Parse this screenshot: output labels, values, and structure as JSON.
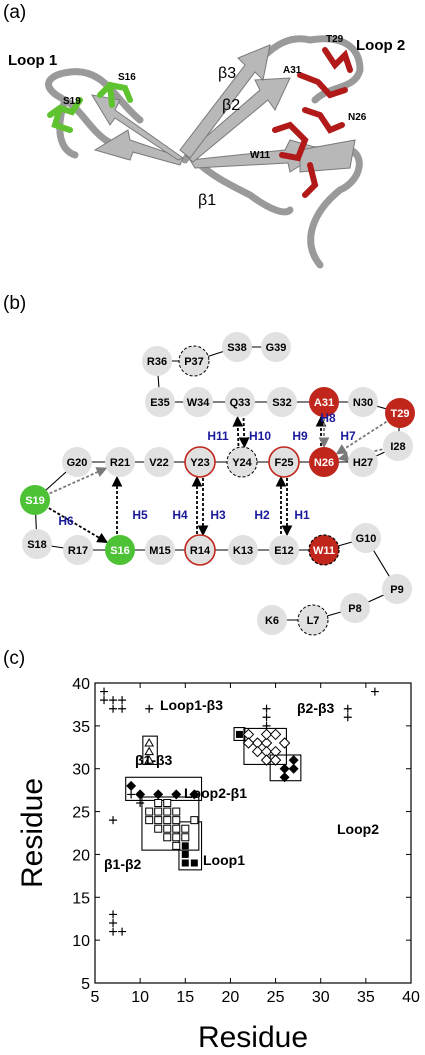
{
  "panels": {
    "a": "(a)",
    "b": "(b)",
    "c": "(c)"
  },
  "panel_a": {
    "labels": {
      "loop1": "Loop 1",
      "loop2": "Loop 2",
      "b1": "β1",
      "b2": "β2",
      "b3": "β3",
      "s16": "S16",
      "s19": "S19",
      "t29": "T29",
      "a31": "A31",
      "n26": "N26",
      "w11": "W11"
    },
    "colors": {
      "ribbon": "#a0a0a0",
      "loop1_residues": "#5fc22f",
      "loop2_residues": "#b21a1a"
    }
  },
  "panel_b": {
    "nodes": [
      {
        "id": "R36",
        "style": "plain"
      },
      {
        "id": "P37",
        "style": "dashed"
      },
      {
        "id": "S38",
        "style": "plain"
      },
      {
        "id": "G39",
        "style": "plain"
      },
      {
        "id": "E35",
        "style": "plain"
      },
      {
        "id": "W34",
        "style": "plain"
      },
      {
        "id": "Q33",
        "style": "plain"
      },
      {
        "id": "S32",
        "style": "plain"
      },
      {
        "id": "A31",
        "style": "red"
      },
      {
        "id": "N30",
        "style": "plain"
      },
      {
        "id": "T29",
        "style": "red"
      },
      {
        "id": "G20",
        "style": "plain"
      },
      {
        "id": "R21",
        "style": "plain"
      },
      {
        "id": "V22",
        "style": "plain"
      },
      {
        "id": "Y23",
        "style": "redring"
      },
      {
        "id": "Y24",
        "style": "dashed"
      },
      {
        "id": "F25",
        "style": "redring"
      },
      {
        "id": "N26",
        "style": "red"
      },
      {
        "id": "H27",
        "style": "plain"
      },
      {
        "id": "I28",
        "style": "plain"
      },
      {
        "id": "S19",
        "style": "green"
      },
      {
        "id": "S18",
        "style": "plain"
      },
      {
        "id": "R17",
        "style": "plain"
      },
      {
        "id": "S16",
        "style": "green"
      },
      {
        "id": "M15",
        "style": "plain"
      },
      {
        "id": "R14",
        "style": "redring"
      },
      {
        "id": "K13",
        "style": "plain"
      },
      {
        "id": "E12",
        "style": "plain"
      },
      {
        "id": "W11",
        "style": "reddashed"
      },
      {
        "id": "G10",
        "style": "plain"
      },
      {
        "id": "P9",
        "style": "plain"
      },
      {
        "id": "P8",
        "style": "plain"
      },
      {
        "id": "L7",
        "style": "dashed"
      },
      {
        "id": "K6",
        "style": "plain"
      }
    ],
    "hbonds": [
      "H1",
      "H2",
      "H3",
      "H4",
      "H5",
      "H6",
      "H7",
      "H8",
      "H9",
      "H10",
      "H11"
    ],
    "colors": {
      "node": "#e1e1e1",
      "green": "#4cc234",
      "red": "#c0261c",
      "hbond_label": "#1a1a9a"
    }
  },
  "chart_data": {
    "type": "scatter",
    "xlabel": "Residue",
    "ylabel": "Residue",
    "xlim": [
      5,
      40
    ],
    "ylim": [
      5,
      40
    ],
    "xticks": [
      5,
      10,
      15,
      20,
      25,
      30,
      35,
      40
    ],
    "yticks": [
      5,
      10,
      15,
      20,
      25,
      30,
      35,
      40
    ],
    "annotations": [
      "Loop1-β3",
      "β2-β3",
      "β1-β3",
      "Loop2-β1",
      "Loop2",
      "β1-β2",
      "Loop1"
    ],
    "series": [
      {
        "marker": "plus",
        "points": [
          [
            6,
            39
          ],
          [
            6,
            38
          ],
          [
            7,
            38
          ],
          [
            7,
            37
          ],
          [
            8,
            38
          ],
          [
            8,
            37
          ],
          [
            11,
            37
          ],
          [
            7,
            24
          ],
          [
            7,
            13
          ],
          [
            7,
            12
          ],
          [
            7,
            11
          ],
          [
            8,
            11
          ],
          [
            9,
            27
          ],
          [
            10,
            26
          ],
          [
            24,
            37
          ],
          [
            24,
            36
          ],
          [
            24,
            35
          ],
          [
            33,
            37
          ],
          [
            33,
            36
          ],
          [
            36,
            39
          ]
        ]
      },
      {
        "marker": "open-triangle",
        "points": [
          [
            11,
            33
          ],
          [
            11,
            32
          ],
          [
            11,
            31
          ]
        ]
      },
      {
        "marker": "filled-diamond",
        "points": [
          [
            9,
            28
          ],
          [
            10,
            27
          ],
          [
            12,
            27
          ],
          [
            14,
            27
          ],
          [
            16,
            27
          ],
          [
            25,
            31
          ],
          [
            26,
            30
          ],
          [
            27,
            31
          ],
          [
            26,
            29
          ],
          [
            27,
            30
          ]
        ]
      },
      {
        "marker": "open-diamond",
        "points": [
          [
            22,
            34
          ],
          [
            23,
            33
          ],
          [
            24,
            33
          ],
          [
            23,
            32
          ],
          [
            24,
            32
          ],
          [
            25,
            32
          ],
          [
            24,
            31
          ],
          [
            25,
            31
          ],
          [
            24,
            34
          ],
          [
            25,
            34
          ],
          [
            22,
            33
          ],
          [
            26,
            33
          ]
        ]
      },
      {
        "marker": "filled-square",
        "points": [
          [
            21,
            34
          ],
          [
            15,
            22
          ],
          [
            15,
            21
          ],
          [
            15,
            20
          ],
          [
            15,
            19
          ],
          [
            16,
            19
          ]
        ]
      },
      {
        "marker": "open-square",
        "points": [
          [
            11,
            25
          ],
          [
            11,
            24
          ],
          [
            12,
            25
          ],
          [
            12,
            24
          ],
          [
            12,
            23
          ],
          [
            13,
            25
          ],
          [
            13,
            24
          ],
          [
            13,
            23
          ],
          [
            13,
            22
          ],
          [
            14,
            24
          ],
          [
            14,
            23
          ],
          [
            14,
            22
          ],
          [
            14,
            21
          ],
          [
            15,
            23
          ],
          [
            15,
            22
          ],
          [
            16,
            24
          ],
          [
            12,
            26
          ],
          [
            13,
            26
          ],
          [
            14,
            25
          ]
        ]
      }
    ]
  }
}
